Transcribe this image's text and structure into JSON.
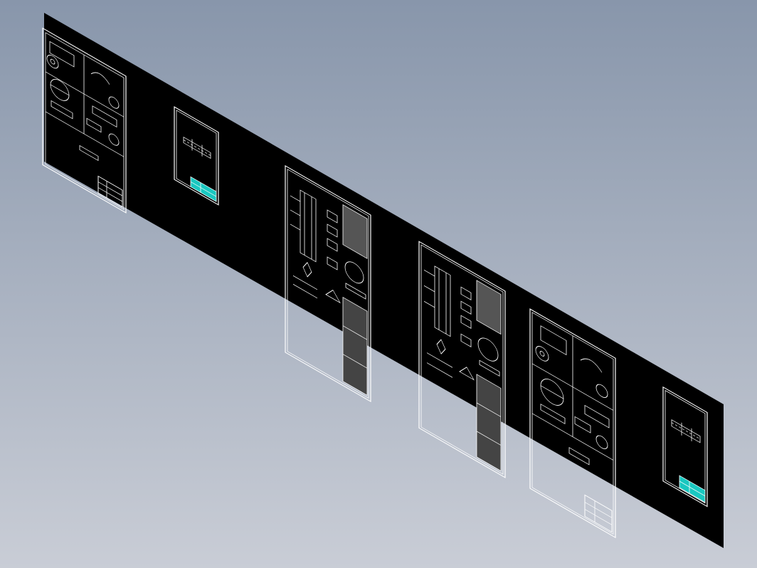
{
  "viewport": {
    "background_top": "#8896ab",
    "background_bottom": "#c9cdd6"
  },
  "model_plane": {
    "fill": "#000000"
  },
  "drawing_sheets": [
    {
      "name": "sheet-1",
      "kind": "multi-view-parts-a",
      "frame_color": "#ffffff"
    },
    {
      "name": "sheet-2",
      "kind": "single-part-with-title-block",
      "frame_color": "#ffffff",
      "title_block_color": "#19c7c0"
    },
    {
      "name": "sheet-3",
      "kind": "tower-assembly-a",
      "frame_color": "#ffffff"
    },
    {
      "name": "sheet-4",
      "kind": "tower-assembly-b",
      "frame_color": "#ffffff"
    },
    {
      "name": "sheet-5",
      "kind": "multi-view-parts-b",
      "frame_color": "#ffffff"
    },
    {
      "name": "sheet-6",
      "kind": "single-part-with-title-block",
      "frame_color": "#ffffff",
      "title_block_color": "#19c7c0"
    }
  ]
}
